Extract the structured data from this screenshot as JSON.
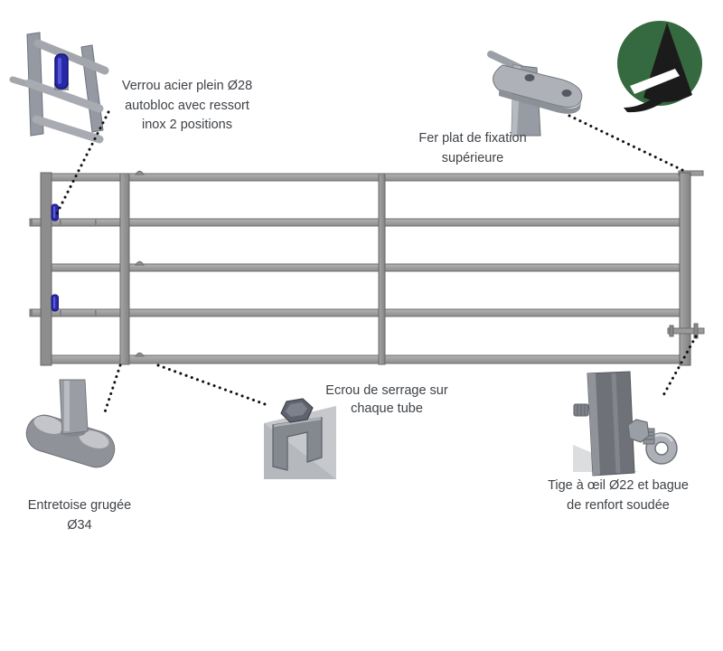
{
  "callouts": {
    "verrou": {
      "lines": [
        "Verrou acier plein Ø28",
        "autobloc avec ressort",
        "inox 2 positions"
      ]
    },
    "fer_plat": {
      "lines": [
        "Fer plat de fixation",
        "supérieure"
      ]
    },
    "ecrou": {
      "lines": [
        "Ecrou de serrage sur",
        "chaque tube"
      ]
    },
    "entretoise": {
      "lines": [
        "Entretoise grugée",
        "Ø34"
      ]
    },
    "tige_oeil": {
      "lines": [
        "Tige à œil Ø22 et bague",
        "de renfort soudée"
      ]
    }
  },
  "gate": {
    "horizontal_rails": 5,
    "latch_pins": 2
  },
  "logo": {
    "icon": "brand-a-swoosh-logo"
  },
  "colors": {
    "brand_green": "#35693F",
    "logo_black": "#1B1B1B",
    "latch_blue": "#2829A8",
    "tube_gray": "#9A9A9A",
    "tube_edge": "#6E6E6E",
    "text": "#3E4247",
    "callout_dots": "#111111",
    "background": "#FFFFFF"
  }
}
